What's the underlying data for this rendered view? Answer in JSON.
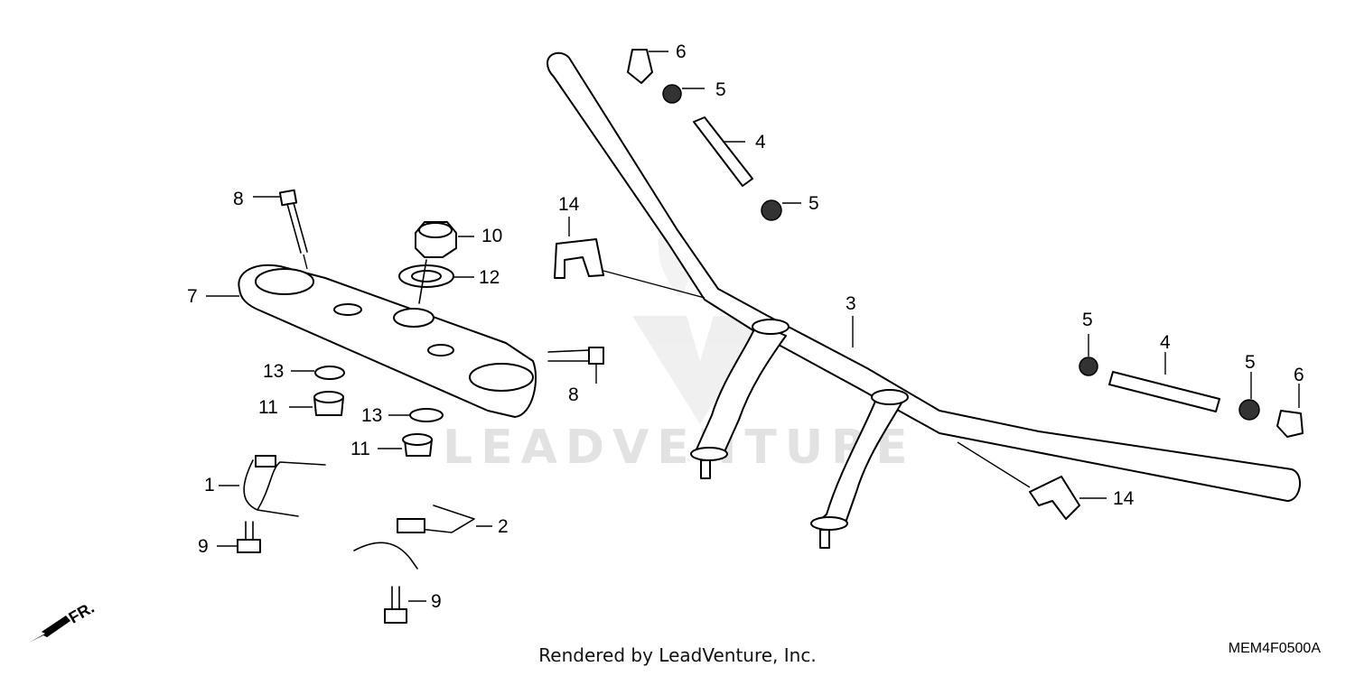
{
  "watermark": "LEADVENTURE",
  "footer": "Rendered by LeadVenture, Inc.",
  "diagram_code": "MEM4F0500A",
  "direction_indicator": "FR.",
  "callouts": {
    "c1": "1",
    "c2": "2",
    "c3": "3",
    "c4a": "4",
    "c4b": "4",
    "c5a": "5",
    "c5b": "5",
    "c5c": "5",
    "c5d": "5",
    "c6a": "6",
    "c6b": "6",
    "c7": "7",
    "c8a": "8",
    "c8b": "8",
    "c9a": "9",
    "c9b": "9",
    "c10": "10",
    "c11a": "11",
    "c11b": "11",
    "c12": "12",
    "c13a": "13",
    "c13b": "13",
    "c14a": "14",
    "c14b": "14"
  }
}
